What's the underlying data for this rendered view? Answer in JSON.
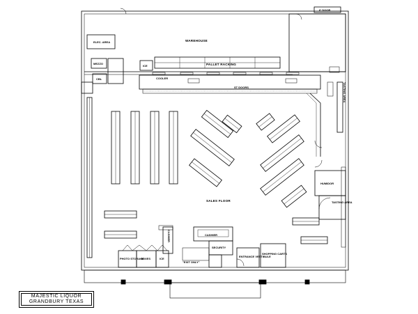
{
  "title_block": {
    "line1": "MAJESTIC LIQUOR",
    "line2": "GRANDBURY TEXAS"
  },
  "rooms": {
    "warehouse": "WAREHOUSE",
    "elec_area": "ELEC. AREA",
    "mezzo": "MEZZO",
    "cbl": "CBL",
    "ice": "ICE",
    "cooler": "COOLER",
    "pallet_racking": "PALLET RACKING",
    "doors_top": "6' DOOR",
    "cooler_doors": "ST DOORS",
    "sales_floor": "SALES FLOOR",
    "humidor": "HUMIDOR",
    "tasting_area": "TASTING AREA",
    "cashier": "CASHIER",
    "cashier_side": "CASHIER",
    "security": "SECURITY",
    "exit_only": "\"EXIT ONLY\"",
    "entrance_vestibule": "ENTRANCE VESTIBULE",
    "shopping_carts": "SHOPPING CARTS",
    "ice_bottom": "ICE",
    "boxes": "BOXES",
    "photo_storage": "PHOTO STORAGE",
    "tasting_area_side": "TASTING AREA"
  }
}
